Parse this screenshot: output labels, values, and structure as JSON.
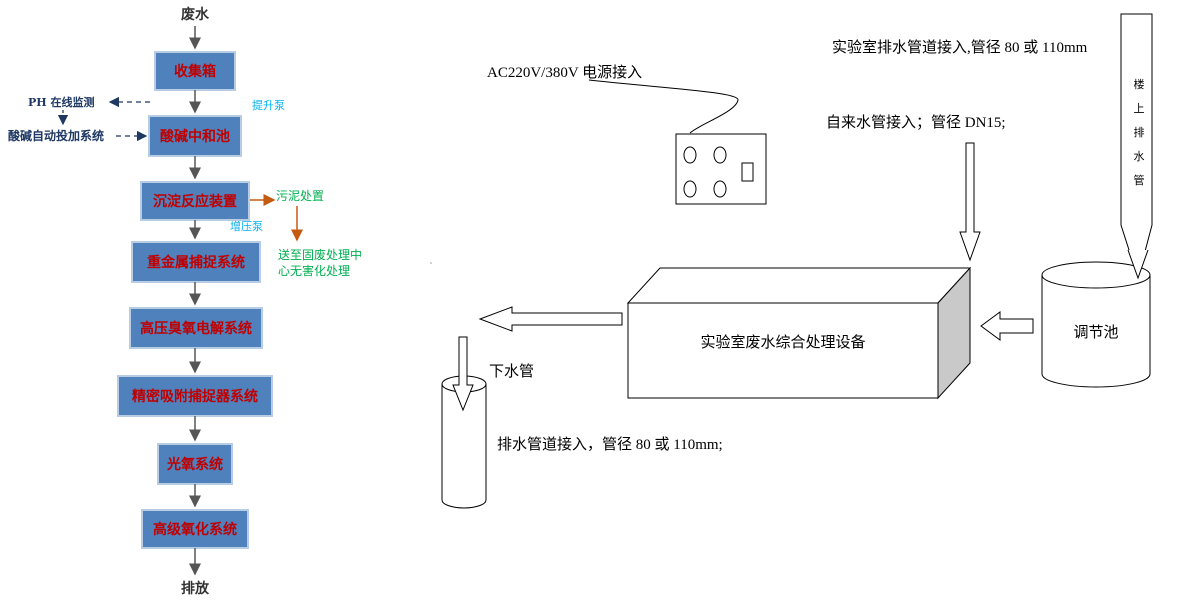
{
  "flow": {
    "input": "废水",
    "output": "排放",
    "steps": [
      "收集箱",
      "酸碱中和池",
      "沉淀反应装置",
      "重金属捕捉系统",
      "高压臭氧电解系统",
      "精密吸附捕捉器系统",
      "光氧系统",
      "高级氧化系统"
    ],
    "ph_monitor": "PH 在线监测",
    "dosing": "酸碱自动投加系统",
    "lift_pump": "提升泵",
    "boost_pump": "增压泵",
    "sludge": "污泥处置",
    "solid_waste": [
      "送至固废处理中",
      "心无害化处理"
    ],
    "colors": {
      "box": "#4f81bd",
      "box_text": "#c00000",
      "side_blue": "#1f3864",
      "pump": "#00b0f0",
      "green": "#00b050",
      "arrow_brown": "#c55a11"
    }
  },
  "schematic": {
    "power": "AC220V/380V 电源接入",
    "lab_drain": "实验室排水管道接入,管径 80 或 110mm",
    "upstairs_pipe": [
      "楼",
      "上",
      "排",
      "水",
      "管"
    ],
    "tap_water": "自来水管接入；管径 DN15;",
    "equipment": "实验室废水综合处理设备",
    "tank": "调节池",
    "down_pipe": "下水管",
    "drain_pipe": "排水管道接入，管径 80 或 110mm;"
  }
}
